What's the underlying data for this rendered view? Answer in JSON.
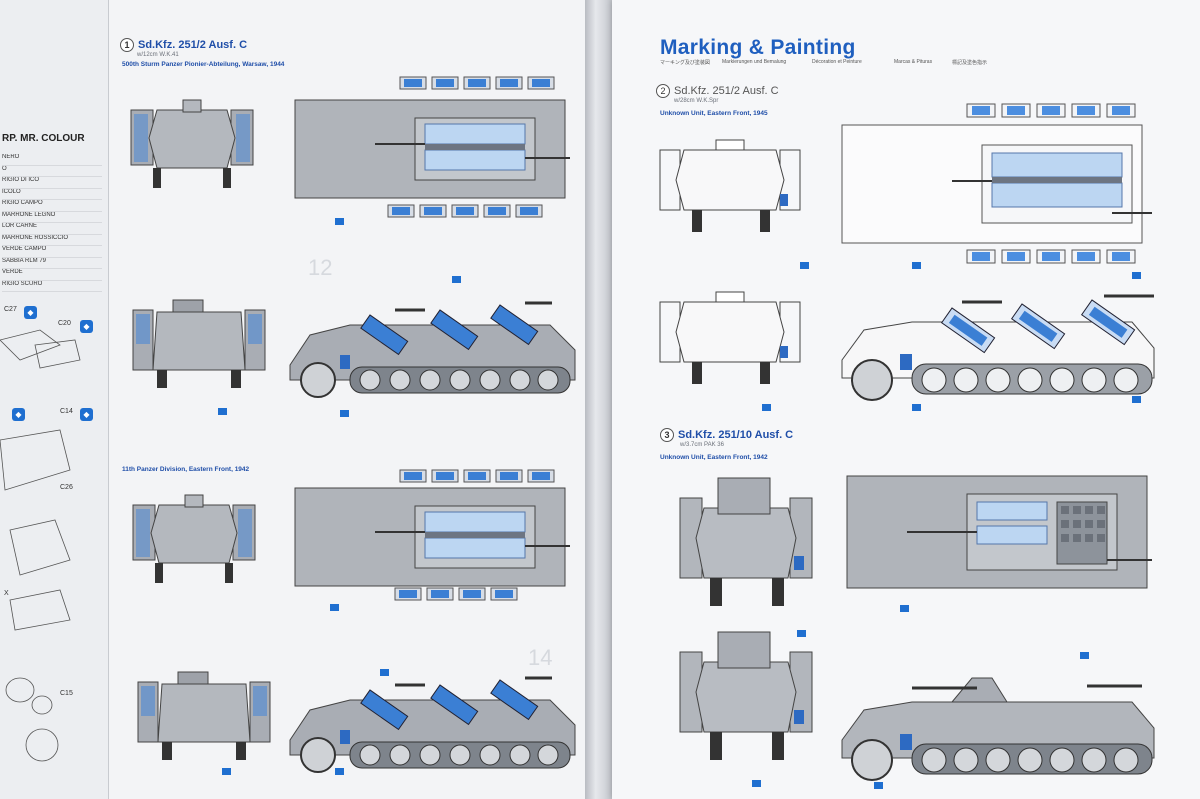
{
  "left_page": {
    "margin": {
      "heading": "RP. MR. COLOUR",
      "colours": [
        "NERO",
        "O",
        "RIGIO DI ICO",
        "ICOLO",
        "RIGIO CAMPO",
        "MARRONE LEGNO",
        "LOR CARNE",
        "MARRONE ROSSICCIO",
        "VERDE CAMPO",
        "SABBIA RLM 79",
        "VERDE",
        "RIGIO SCURO"
      ],
      "parts": [
        "C27",
        "C20",
        "C14",
        "C26",
        "X",
        "C15"
      ]
    },
    "vehicle_1": {
      "number": "1",
      "name": "Sd.Kfz. 251/2 Ausf. C",
      "subtitle": "w/12cm W.K.41",
      "unit_a": "500th Sturm Panzer Pionier-Abteilung, Warsaw, 1944",
      "unit_b": "11th Panzer Division, Eastern Front, 1942"
    },
    "page_numbers": [
      "12",
      "14"
    ]
  },
  "right_page": {
    "title": "Marking & Painting",
    "nav": [
      "マーキング及び塗装図",
      "Markierungen und Bemalung",
      "Décoration et Peinture",
      "Marcas & Pituras",
      "標記及塗色指示"
    ],
    "vehicle_2": {
      "number": "2",
      "name": "Sd.Kfz. 251/2 Ausf. C",
      "subtitle": "w/28cm W.K.Spr",
      "unit": "Unknown Unit, Eastern Front, 1945"
    },
    "vehicle_3": {
      "number": "3",
      "name": "Sd.Kfz. 251/10 Ausf. C",
      "subtitle": "w/3.7cm PAK 36",
      "unit": "Unknown Unit, Eastern Front, 1942"
    }
  },
  "colors": {
    "accent": "#1f5fbf",
    "vehicle_grey": "#a9adb4",
    "window_blue": "#bcd6f2",
    "rocket_blue": "#3b7fd4"
  }
}
